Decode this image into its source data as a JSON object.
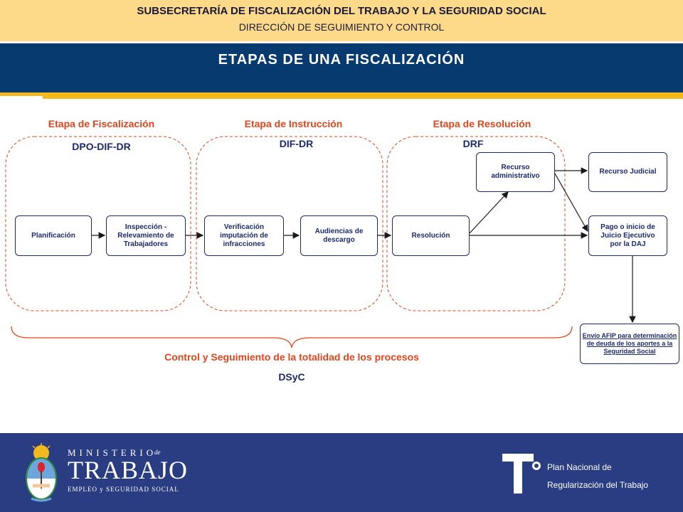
{
  "header": {
    "title": "SUBSECRETARÍA DE FISCALIZACIÓN DEL TRABAJO Y LA SEGURIDAD SOCIAL",
    "subtitle": "DIRECCIÓN DE SEGUIMIENTO Y CONTROL",
    "main_title": "ETAPAS DE UNA FISCALIZACIÓN"
  },
  "stages": [
    {
      "title": "Etapa de Fiscalización",
      "code": "DPO-DIF-DR"
    },
    {
      "title": "Etapa de Instrucción",
      "code": "DIF-DR"
    },
    {
      "title": "Etapa de Resolución",
      "code": "DRF"
    }
  ],
  "boxes": {
    "planificacion": "Planificación",
    "inspeccion": "Inspección - Relevamiento de Trabajadores",
    "verificacion": "Verificación imputación de infracciones",
    "audiencias": "Audiencias de descargo",
    "resolucion": "Resolución",
    "recurso_admin": "Recurso administrativo",
    "recurso_judicial": "Recurso Judicial",
    "pago": "Pago o inicio de Juicio Ejecutivo por la DAJ",
    "afip": "Envío AFIP para determinación de deuda de los aportes a la Seguridad Social"
  },
  "control": {
    "text": "Control y Seguimiento de la totalidad de los procesos",
    "code": "DSyC"
  },
  "footer": {
    "ministerio": "MINISTERIO",
    "de": "de",
    "trabajo": "TRABAJO",
    "empleo": "EMPLEO y SEGURIDAD SOCIAL",
    "plan_line1": "Plan Nacional de",
    "plan_line2": "Regularización del Trabajo"
  },
  "colors": {
    "header_band": "#fdd98a",
    "navy": "#073a6e",
    "gold": "#f2b820",
    "stage_red": "#e0451d",
    "dark_blue": "#1b2a6b",
    "footer_blue": "#2b3d82"
  }
}
